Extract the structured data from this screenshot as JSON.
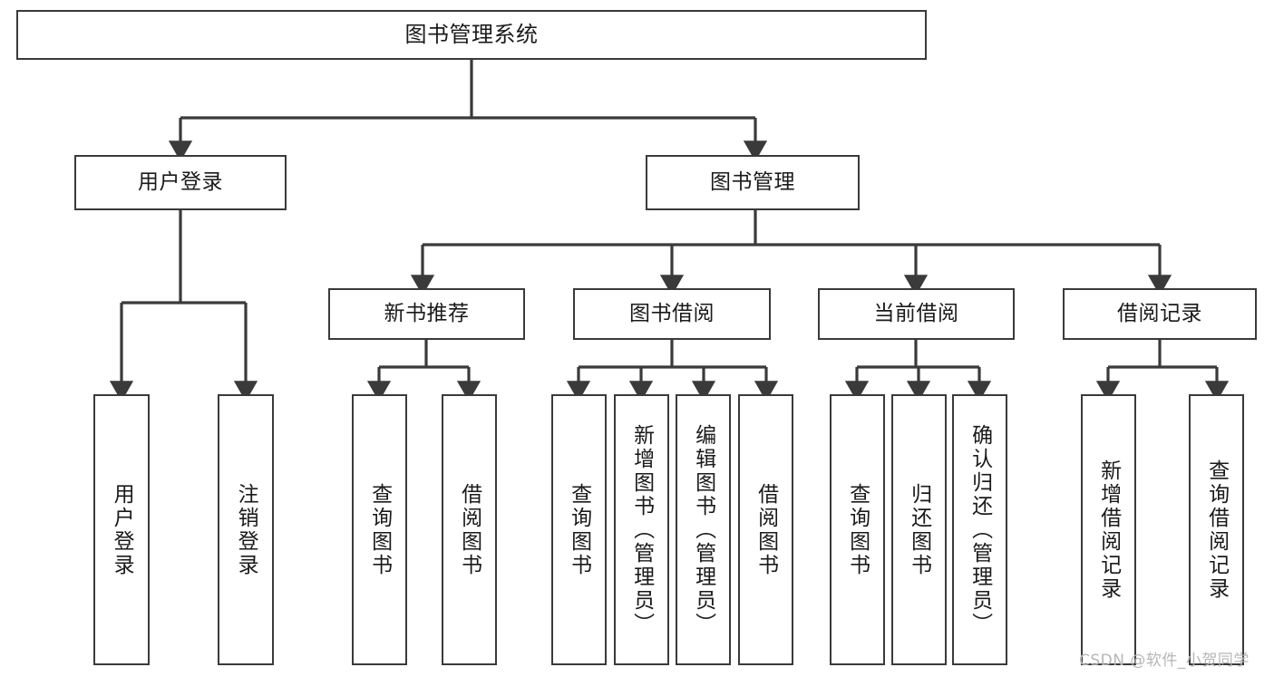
{
  "diagram": {
    "type": "tree-hierarchy",
    "title": "图书管理系统",
    "orientation": "top-down",
    "colors": {
      "stroke": "#3a3a3a",
      "box_fill": "#ffffff",
      "text": "#1a1a1a",
      "background": "#ffffff",
      "watermark": "#b6b6b6"
    },
    "nodes": {
      "root": {
        "label": "图书管理系统",
        "level": 0
      },
      "user_login": {
        "label": "用户登录",
        "level": 1
      },
      "book_manage": {
        "label": "图书管理",
        "level": 1
      },
      "new_book_rec": {
        "label": "新书推荐",
        "level": 2
      },
      "book_borrow": {
        "label": "图书借阅",
        "level": 2
      },
      "current_borrow": {
        "label": "当前借阅",
        "level": 2
      },
      "borrow_record": {
        "label": "借阅记录",
        "level": 2
      },
      "leaf_user_login": {
        "label": "用户登录",
        "level": 2
      },
      "leaf_logout": {
        "label": "注销登录",
        "level": 2
      },
      "leaf_query_book_1": {
        "label": "查询图书",
        "level": 3
      },
      "leaf_borrow_book_1": {
        "label": "借阅图书",
        "level": 3
      },
      "leaf_query_book_2": {
        "label": "查询图书",
        "level": 3
      },
      "leaf_add_book": {
        "label": "新增图书（管理员）",
        "level": 3
      },
      "leaf_edit_book": {
        "label": "编辑图书（管理员）",
        "level": 3
      },
      "leaf_borrow_book_2": {
        "label": "借阅图书",
        "level": 3
      },
      "leaf_query_book_3": {
        "label": "查询图书",
        "level": 3
      },
      "leaf_return_book": {
        "label": "归还图书",
        "level": 3
      },
      "leaf_confirm_return": {
        "label": "确认归还（管理员）",
        "level": 3
      },
      "leaf_add_record": {
        "label": "新增借阅记录",
        "level": 3
      },
      "leaf_query_record": {
        "label": "查询借阅记录",
        "level": 3
      }
    },
    "edges": [
      {
        "from": "root",
        "to": "user_login"
      },
      {
        "from": "root",
        "to": "book_manage"
      },
      {
        "from": "user_login",
        "to": "leaf_user_login"
      },
      {
        "from": "user_login",
        "to": "leaf_logout"
      },
      {
        "from": "book_manage",
        "to": "new_book_rec"
      },
      {
        "from": "book_manage",
        "to": "book_borrow"
      },
      {
        "from": "book_manage",
        "to": "current_borrow"
      },
      {
        "from": "book_manage",
        "to": "borrow_record"
      },
      {
        "from": "new_book_rec",
        "to": "leaf_query_book_1"
      },
      {
        "from": "new_book_rec",
        "to": "leaf_borrow_book_1"
      },
      {
        "from": "book_borrow",
        "to": "leaf_query_book_2"
      },
      {
        "from": "book_borrow",
        "to": "leaf_add_book"
      },
      {
        "from": "book_borrow",
        "to": "leaf_edit_book"
      },
      {
        "from": "book_borrow",
        "to": "leaf_borrow_book_2"
      },
      {
        "from": "current_borrow",
        "to": "leaf_query_book_3"
      },
      {
        "from": "current_borrow",
        "to": "leaf_return_book"
      },
      {
        "from": "current_borrow",
        "to": "leaf_confirm_return"
      },
      {
        "from": "borrow_record",
        "to": "leaf_add_record"
      },
      {
        "from": "borrow_record",
        "to": "leaf_query_record"
      }
    ]
  },
  "watermark": {
    "text": "CSDN @软件_小贺同学"
  }
}
